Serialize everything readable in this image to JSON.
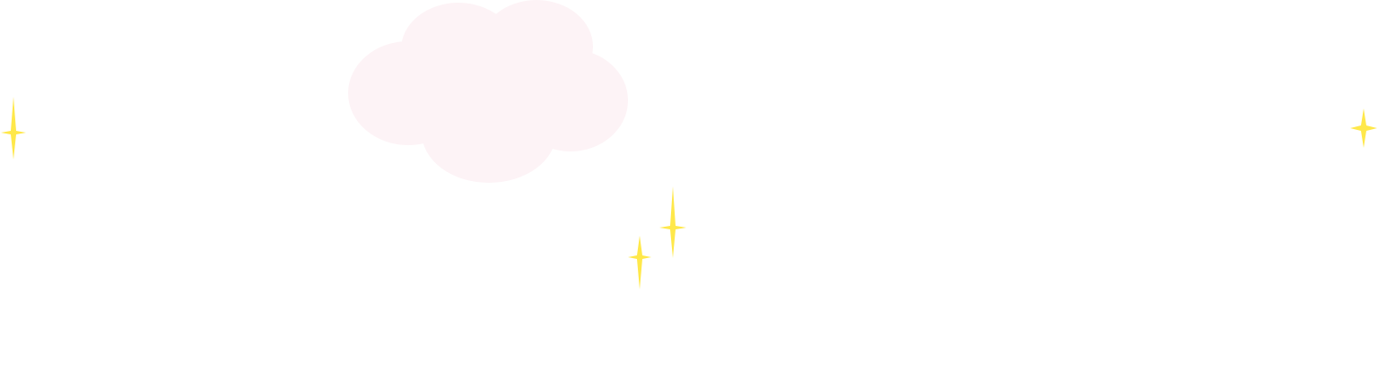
{
  "scene": {
    "background_color": "#ffffff",
    "cloud": {
      "icon": "cloud-icon",
      "color": "#fdf3f6"
    },
    "sparkles": [
      {
        "name": "sparkle-left",
        "icon": "sparkle-icon",
        "color": "#ffe84a"
      },
      {
        "name": "sparkle-center-top",
        "icon": "sparkle-icon",
        "color": "#ffe84a"
      },
      {
        "name": "sparkle-center-bottom",
        "icon": "sparkle-icon",
        "color": "#ffe84a"
      },
      {
        "name": "sparkle-right",
        "icon": "sparkle-icon",
        "color": "#ffe84a"
      }
    ]
  }
}
